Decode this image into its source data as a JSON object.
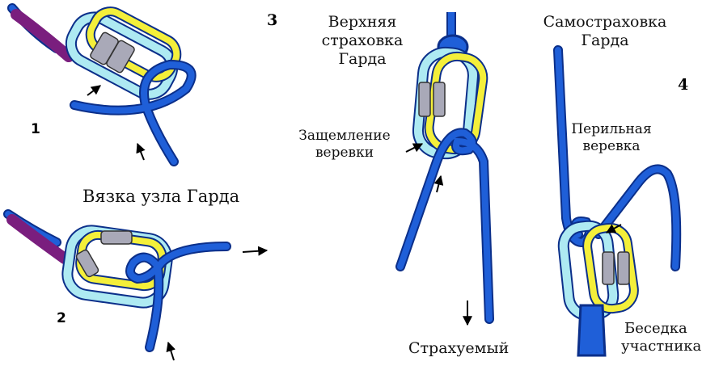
{
  "colors": {
    "rope_blue": "#1f5fd8",
    "rope_dark": "#0b2f8a",
    "carabiner_light": "#aeeaf2",
    "carabiner_yellow": "#f4ef3a",
    "sling_purple": "#7a1e7e",
    "gate_grey": "#a9a9b8"
  },
  "steps": {
    "s1": "1",
    "s2": "2",
    "s3": "3",
    "s4": "4"
  },
  "labels": {
    "knot_title": "Вязка узла Гарда",
    "top_belay": [
      "Верхняя",
      "страховка",
      "Гарда"
    ],
    "rope_pinch": [
      "Защемление",
      "веревки"
    ],
    "belayed": "Страхуемый",
    "self_belay": [
      "Самостраховка",
      "Гарда"
    ],
    "fixed_rope": [
      "Перильная",
      "веревка"
    ],
    "harness": [
      "Беседка",
      "участника"
    ]
  }
}
